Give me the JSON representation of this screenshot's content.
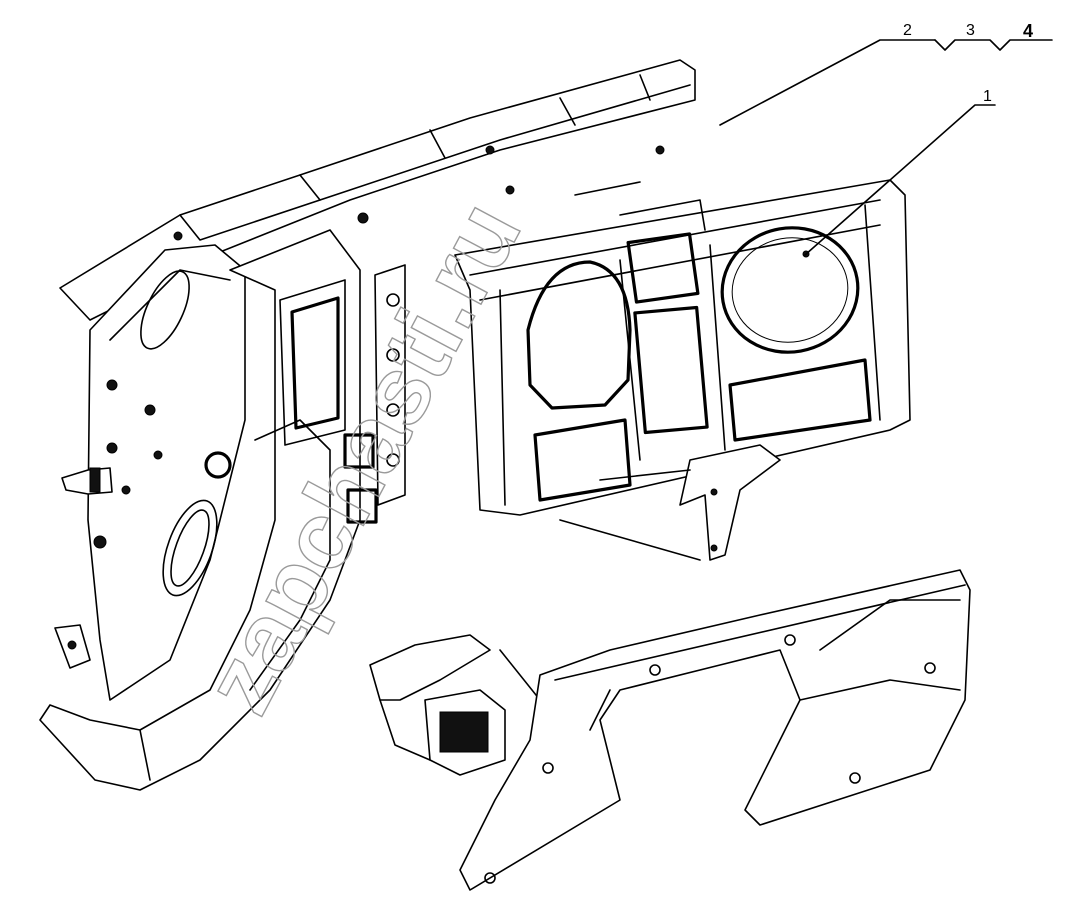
{
  "callouts": [
    {
      "label": "1"
    },
    {
      "label": "2"
    },
    {
      "label": "3"
    },
    {
      "label": "4"
    }
  ],
  "watermark": "zapchasti.ru",
  "colors": {
    "line": "#000000",
    "background": "#ffffff",
    "watermark": "#9a9a9a"
  }
}
